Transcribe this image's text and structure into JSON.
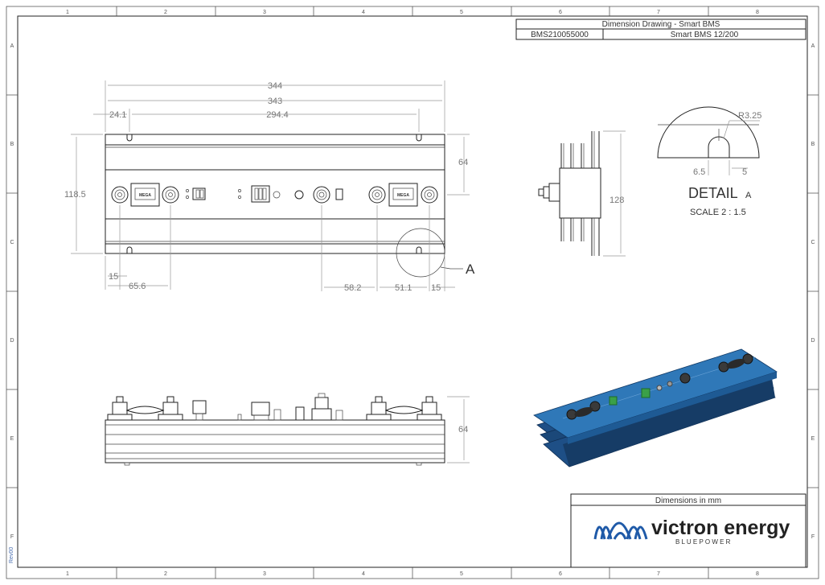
{
  "title_block": {
    "title": "Dimension Drawing - Smart BMS",
    "part_number": "BMS210055000",
    "model": "Smart BMS 12/200"
  },
  "grid": {
    "columns": [
      "1",
      "2",
      "3",
      "4",
      "5",
      "6",
      "7",
      "8"
    ],
    "rows": [
      "A",
      "B",
      "C",
      "D",
      "E",
      "F"
    ]
  },
  "front_view": {
    "dims": {
      "overall_344": "344",
      "overall_343": "343",
      "holes_294": "294.4",
      "left_24": "24.1",
      "height_118": "118.5",
      "right_64": "64",
      "bottom_15_left": "15",
      "bottom_65": "65.6",
      "bottom_58": "58.2",
      "bottom_51": "51.1",
      "bottom_15_right": "15"
    },
    "fuse_label": "MEGA",
    "detail_callout": "A"
  },
  "side_view": {
    "height_128": "128"
  },
  "detail": {
    "radius": "R3.25",
    "width": "6.5",
    "offset": "5",
    "title": "DETAIL",
    "letter": "A",
    "scale": "SCALE  2 : 1.5"
  },
  "bottom_view": {
    "height_64": "64"
  },
  "footer": {
    "units_note": "Dimensions in mm",
    "brand": "victron energy",
    "tagline": "B L U E   P O W E R",
    "revision": "Rev00"
  },
  "colors": {
    "brand_blue": "#1f5aa8",
    "pcb_blue": "#2f78b8",
    "heatsink_blue": "#1e4f86"
  }
}
